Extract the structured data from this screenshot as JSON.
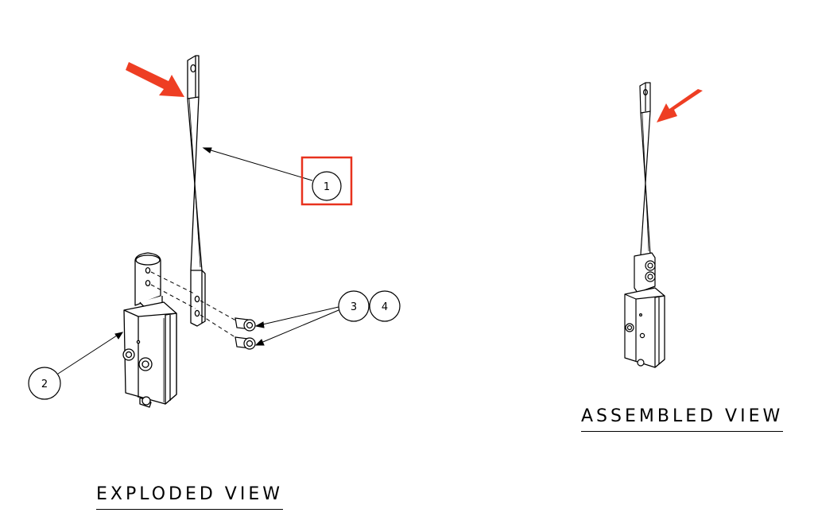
{
  "views": {
    "exploded_title": "EXPLODED VIEW",
    "assembled_title": "ASSEMBLED VIEW"
  },
  "balloons": {
    "b1": "1",
    "b2": "2",
    "b3": "3",
    "b4": "4"
  },
  "colors": {
    "line": "#000000",
    "highlight": "#e8321e",
    "arrow": "#ee3e23",
    "background": "#ffffff"
  }
}
